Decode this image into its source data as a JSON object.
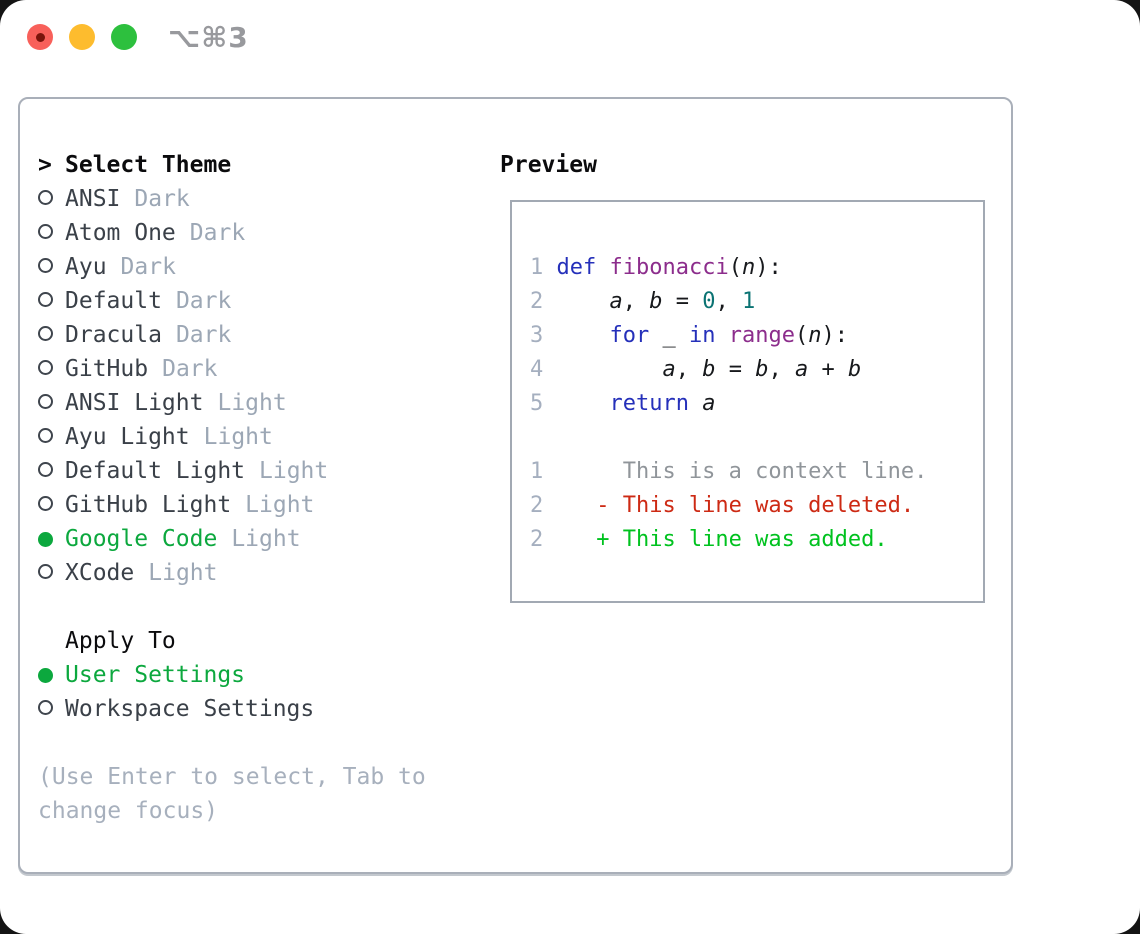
{
  "window": {
    "title_shortcut": "⌥⌘3",
    "traffic_lights": [
      "close",
      "minimize",
      "zoom"
    ]
  },
  "theme_panel": {
    "header": {
      "prefix": ">",
      "label": "Select Theme"
    },
    "themes": [
      {
        "name": "ANSI",
        "variant": "Dark",
        "selected": false
      },
      {
        "name": "Atom One",
        "variant": "Dark",
        "selected": false
      },
      {
        "name": "Ayu",
        "variant": "Dark",
        "selected": false
      },
      {
        "name": "Default",
        "variant": "Dark",
        "selected": false
      },
      {
        "name": "Dracula",
        "variant": "Dark",
        "selected": false
      },
      {
        "name": "GitHub",
        "variant": "Dark",
        "selected": false
      },
      {
        "name": "ANSI Light",
        "variant": "Light",
        "selected": false
      },
      {
        "name": "Ayu Light",
        "variant": "Light",
        "selected": false
      },
      {
        "name": "Default Light",
        "variant": "Light",
        "selected": false
      },
      {
        "name": "GitHub Light",
        "variant": "Light",
        "selected": false
      },
      {
        "name": "Google Code",
        "variant": "Light",
        "selected": true
      },
      {
        "name": "XCode",
        "variant": "Light",
        "selected": false
      }
    ],
    "apply_to": {
      "label": "Apply To",
      "options": [
        {
          "name": "User Settings",
          "selected": true
        },
        {
          "name": "Workspace Settings",
          "selected": false
        }
      ]
    },
    "help_lines": [
      "(Use Enter to select, Tab to",
      "change focus)"
    ]
  },
  "preview": {
    "label": "Preview",
    "lines": [
      {
        "kind": "code",
        "num": "1",
        "tokens": [
          [
            "kw",
            "def"
          ],
          [
            "pl",
            " "
          ],
          [
            "fn",
            "fibonacci"
          ],
          [
            "pl",
            "("
          ],
          [
            "id",
            "n"
          ],
          [
            "pl",
            "):"
          ]
        ]
      },
      {
        "kind": "code",
        "num": "2",
        "tokens": [
          [
            "pl",
            "    "
          ],
          [
            "id",
            "a"
          ],
          [
            "pl",
            ", "
          ],
          [
            "id",
            "b"
          ],
          [
            "pl",
            " = "
          ],
          [
            "lit",
            "0"
          ],
          [
            "pl",
            ", "
          ],
          [
            "lit",
            "1"
          ]
        ]
      },
      {
        "kind": "code",
        "num": "3",
        "tokens": [
          [
            "pl",
            "    "
          ],
          [
            "kw",
            "for"
          ],
          [
            "pl",
            " _ "
          ],
          [
            "kw",
            "in"
          ],
          [
            "pl",
            " "
          ],
          [
            "fn",
            "range"
          ],
          [
            "pl",
            "("
          ],
          [
            "id",
            "n"
          ],
          [
            "pl",
            "):"
          ]
        ]
      },
      {
        "kind": "code",
        "num": "4",
        "tokens": [
          [
            "pl",
            "        "
          ],
          [
            "id",
            "a"
          ],
          [
            "pl",
            ", "
          ],
          [
            "id",
            "b"
          ],
          [
            "pl",
            " = "
          ],
          [
            "id",
            "b"
          ],
          [
            "pl",
            ", "
          ],
          [
            "id",
            "a"
          ],
          [
            "pl",
            " + "
          ],
          [
            "id",
            "b"
          ]
        ]
      },
      {
        "kind": "code",
        "num": "5",
        "tokens": [
          [
            "pl",
            "    "
          ],
          [
            "kw",
            "return"
          ],
          [
            "pl",
            " "
          ],
          [
            "id",
            "a"
          ]
        ]
      },
      {
        "kind": "blank",
        "num": "",
        "tokens": []
      },
      {
        "kind": "context",
        "num": "1",
        "tokens": [
          [
            "ctx",
            "     This is a context line."
          ]
        ]
      },
      {
        "kind": "deleted",
        "num": "2",
        "tokens": [
          [
            "del",
            "   - This line was deleted."
          ]
        ]
      },
      {
        "kind": "added",
        "num": "2",
        "tokens": [
          [
            "add",
            "   + This line was added."
          ]
        ]
      }
    ]
  },
  "colors": {
    "title_gray": "#98999d",
    "traffic_red": "#f8605a",
    "traffic_red_dot": "#7a140b",
    "traffic_yellow": "#fdbc2e",
    "traffic_green": "#2dc03e",
    "panel_border": "#a9afb9",
    "preview_border": "#a2a9b3",
    "heading": "#0b0b0d",
    "list_name": "#3a4048",
    "variant_tag": "#9ca7b5",
    "selected_green": "#0ca83e",
    "radio_ring": "#3f454d",
    "help_gray": "#a7b0bd",
    "line_number": "#a5afbf",
    "code_plain": "#17191c",
    "kw": "#2530ba",
    "fn": "#8c2d8c",
    "lit": "#0b7373",
    "ctx": "#90959a",
    "del": "#cd2a14",
    "add": "#00c21f"
  }
}
